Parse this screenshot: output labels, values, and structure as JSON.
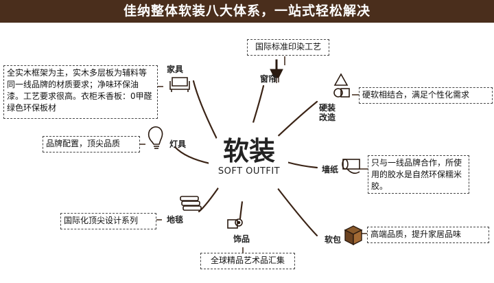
{
  "banner": {
    "title": "佳纳整体软装八大体系，一站式轻松解决"
  },
  "center": {
    "title": "软装",
    "subtitle": "SOFT OUTFIT"
  },
  "colors": {
    "banner_bg": "#4a2e1c",
    "line": "#3b2416",
    "box_border": "#444444"
  },
  "categories": {
    "curtain": {
      "label": "窗帘",
      "icon": "curtain-lamp-icon"
    },
    "hard_soft": {
      "label": "硬装\n改造",
      "icon": "shapes-icon"
    },
    "wallpaper": {
      "label": "墙纸",
      "icon": "wallpaper-roll-icon"
    },
    "soft_bag": {
      "label": "软包",
      "icon": "box-icon"
    },
    "decor": {
      "label": "饰品",
      "icon": "decor-gear-icon"
    },
    "carpet": {
      "label": "地毯",
      "icon": "carpet-stack-icon"
    },
    "lamp": {
      "label": "灯具",
      "icon": "lightbulb-icon"
    },
    "furniture": {
      "label": "家具",
      "icon": "sofa-icon"
    }
  },
  "notes": {
    "curtain": "国际标准印染工艺",
    "hard_soft": "硬软相结合，满足个性化需求",
    "wallpaper": "只与一线品牌合作，所使用的胶水是自然环保糯米胶。",
    "soft_bag": "高端品质，提升家居品味",
    "decor": "全球精品艺术品汇集",
    "carpet": "国际化顶尖设计系列",
    "lamp": "品牌配置，顶尖品质",
    "furniture": "全实木框架为主，实木多层板为辅料等同一线品牌的材质要求；净味环保油漆。工艺要求很高。衣柜禾香板：0甲醛绿色环保板材"
  }
}
